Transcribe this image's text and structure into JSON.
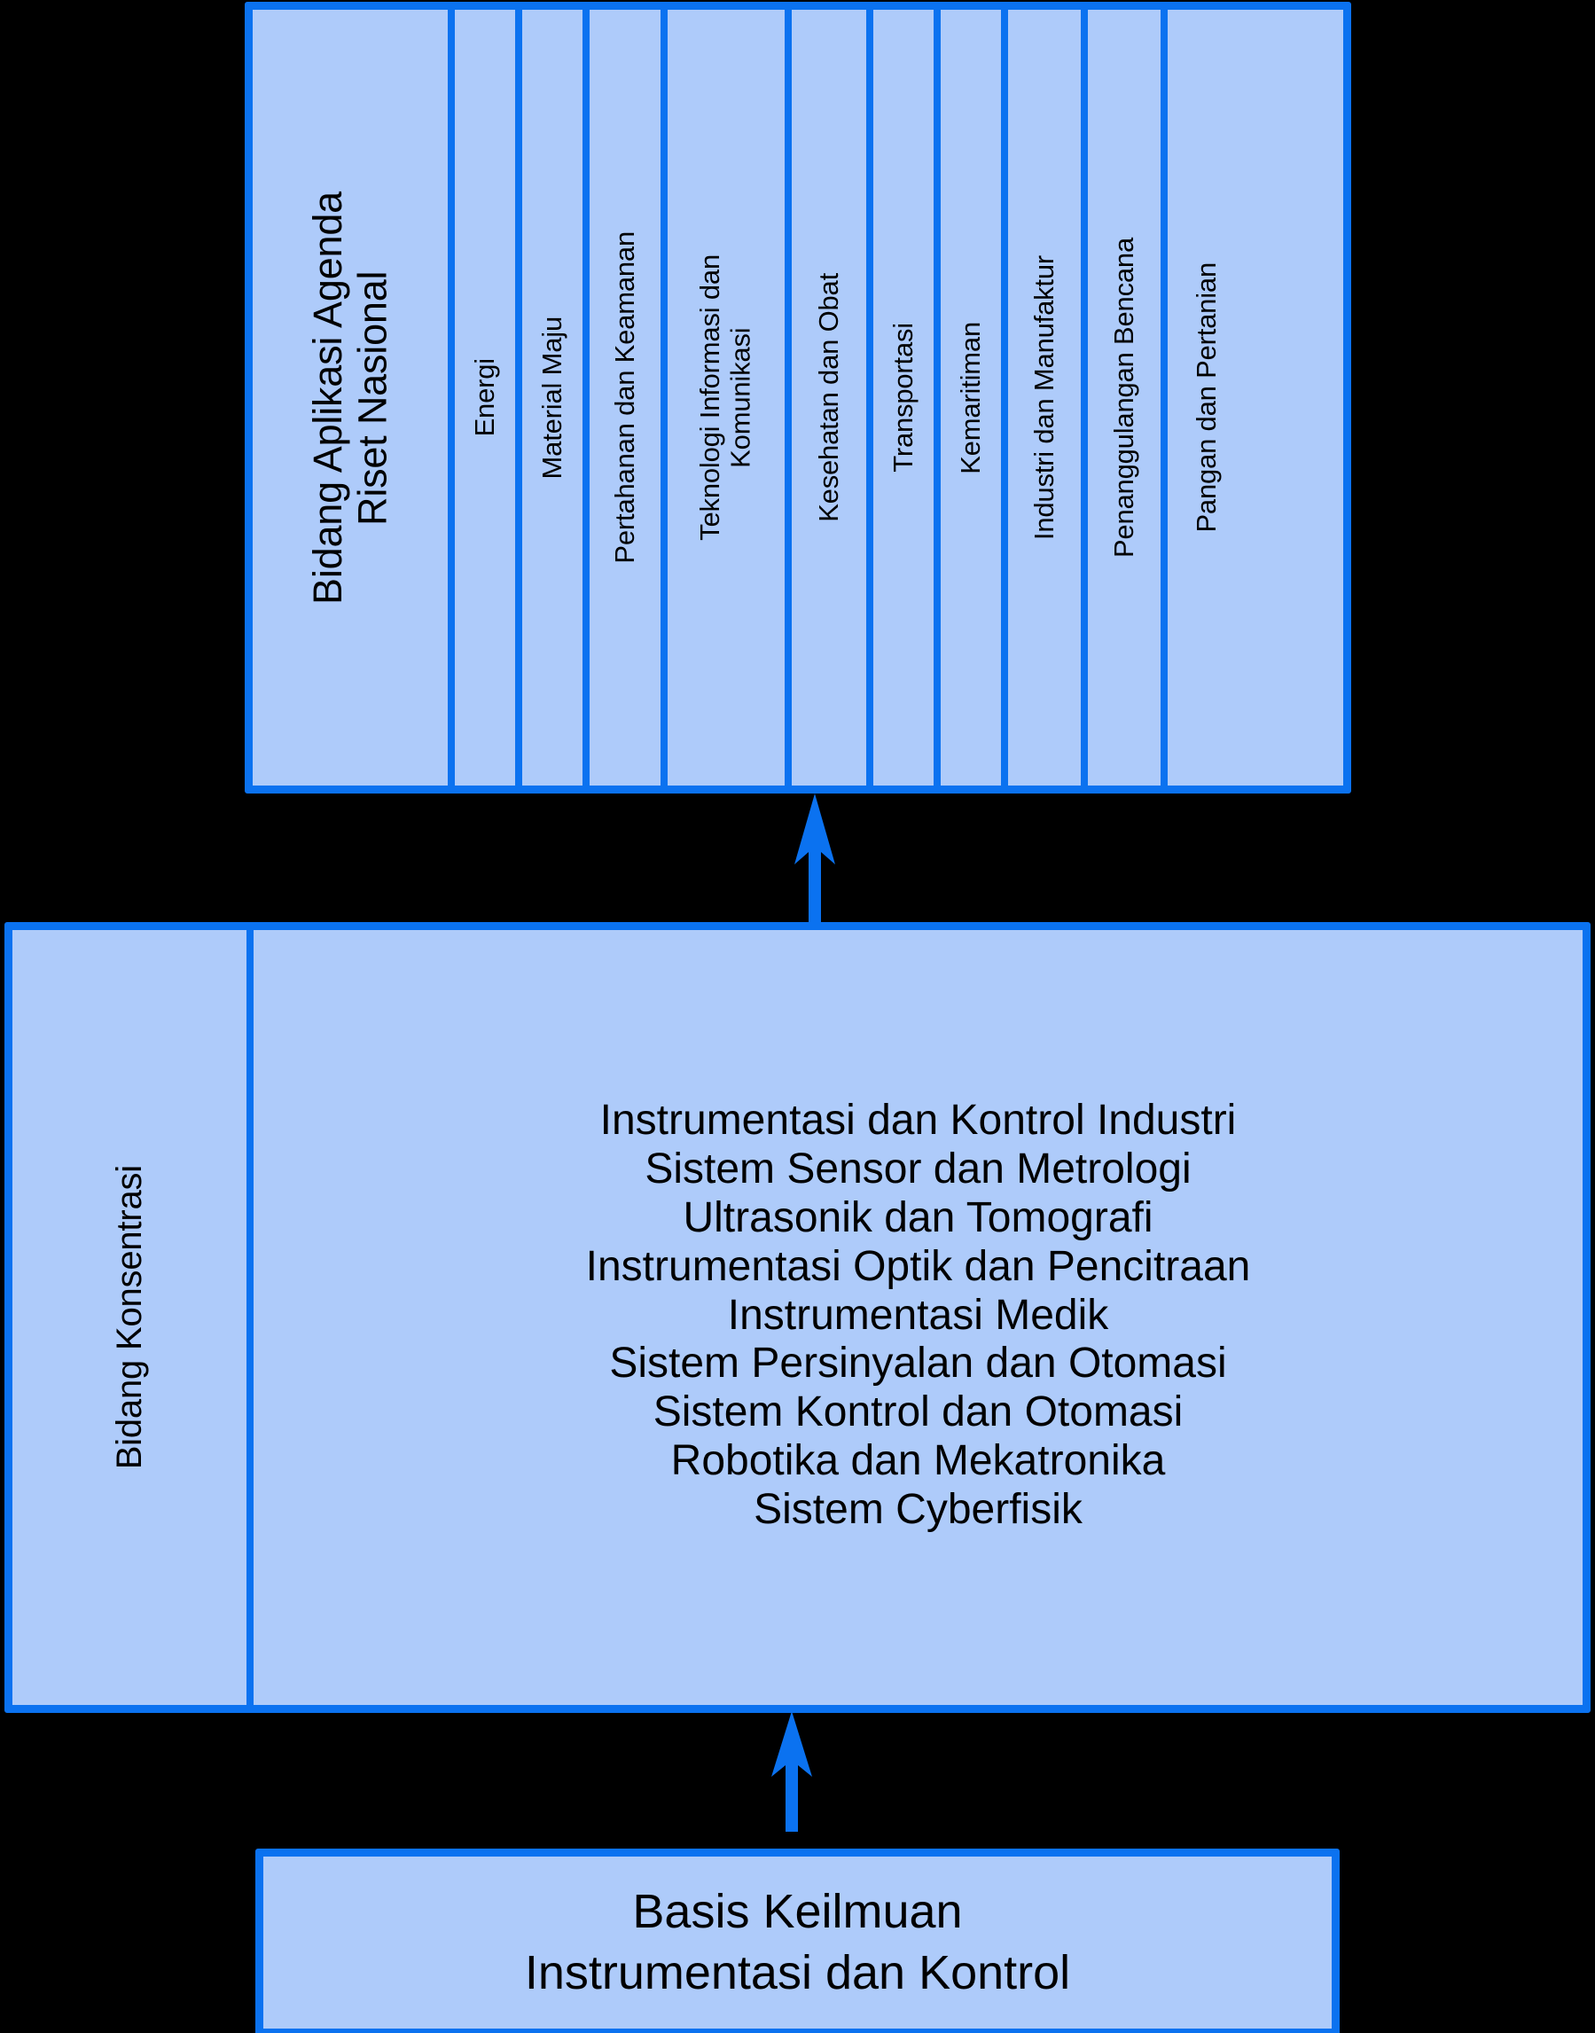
{
  "diagram": {
    "colors": {
      "border": "#0b72f0",
      "fill": "#aecbfa",
      "background": "#000000",
      "text": "#000000",
      "arrow": "#0b72f0"
    },
    "top_box": {
      "title": "Bidang Aplikasi Agenda\nRiset Nasional",
      "categories": [
        {
          "label": "Energi"
        },
        {
          "label": "Material Maju"
        },
        {
          "label": "Pertahanan dan Keamanan"
        },
        {
          "label": "Teknologi Informasi dan\nKomunikasi"
        },
        {
          "label": "Kesehatan dan Obat"
        },
        {
          "label": "Transportasi"
        },
        {
          "label": "Kemaritiman"
        },
        {
          "label": "Industri dan Manufaktur"
        },
        {
          "label": "Penanggulangan Bencana"
        },
        {
          "label": "Pangan dan Pertanian"
        }
      ]
    },
    "middle_box": {
      "title": "Bidang Konsentrasi",
      "items": [
        "Instrumentasi dan Kontrol Industri",
        "Sistem Sensor dan Metrologi",
        "Ultrasonik dan Tomografi",
        "Instrumentasi Optik dan Pencitraan",
        "Instrumentasi Medik",
        "Sistem Persinyalan dan Otomasi",
        "Sistem Kontrol dan Otomasi",
        "Robotika dan Mekatronika",
        "Sistem Cyberfisik"
      ]
    },
    "bottom_box": {
      "lines": [
        "Basis Keilmuan",
        "Instrumentasi dan Kontrol"
      ]
    },
    "arrows": [
      {
        "name": "arrow-middle-to-top",
        "direction": "up"
      },
      {
        "name": "arrow-bottom-to-middle",
        "direction": "up"
      }
    ]
  }
}
